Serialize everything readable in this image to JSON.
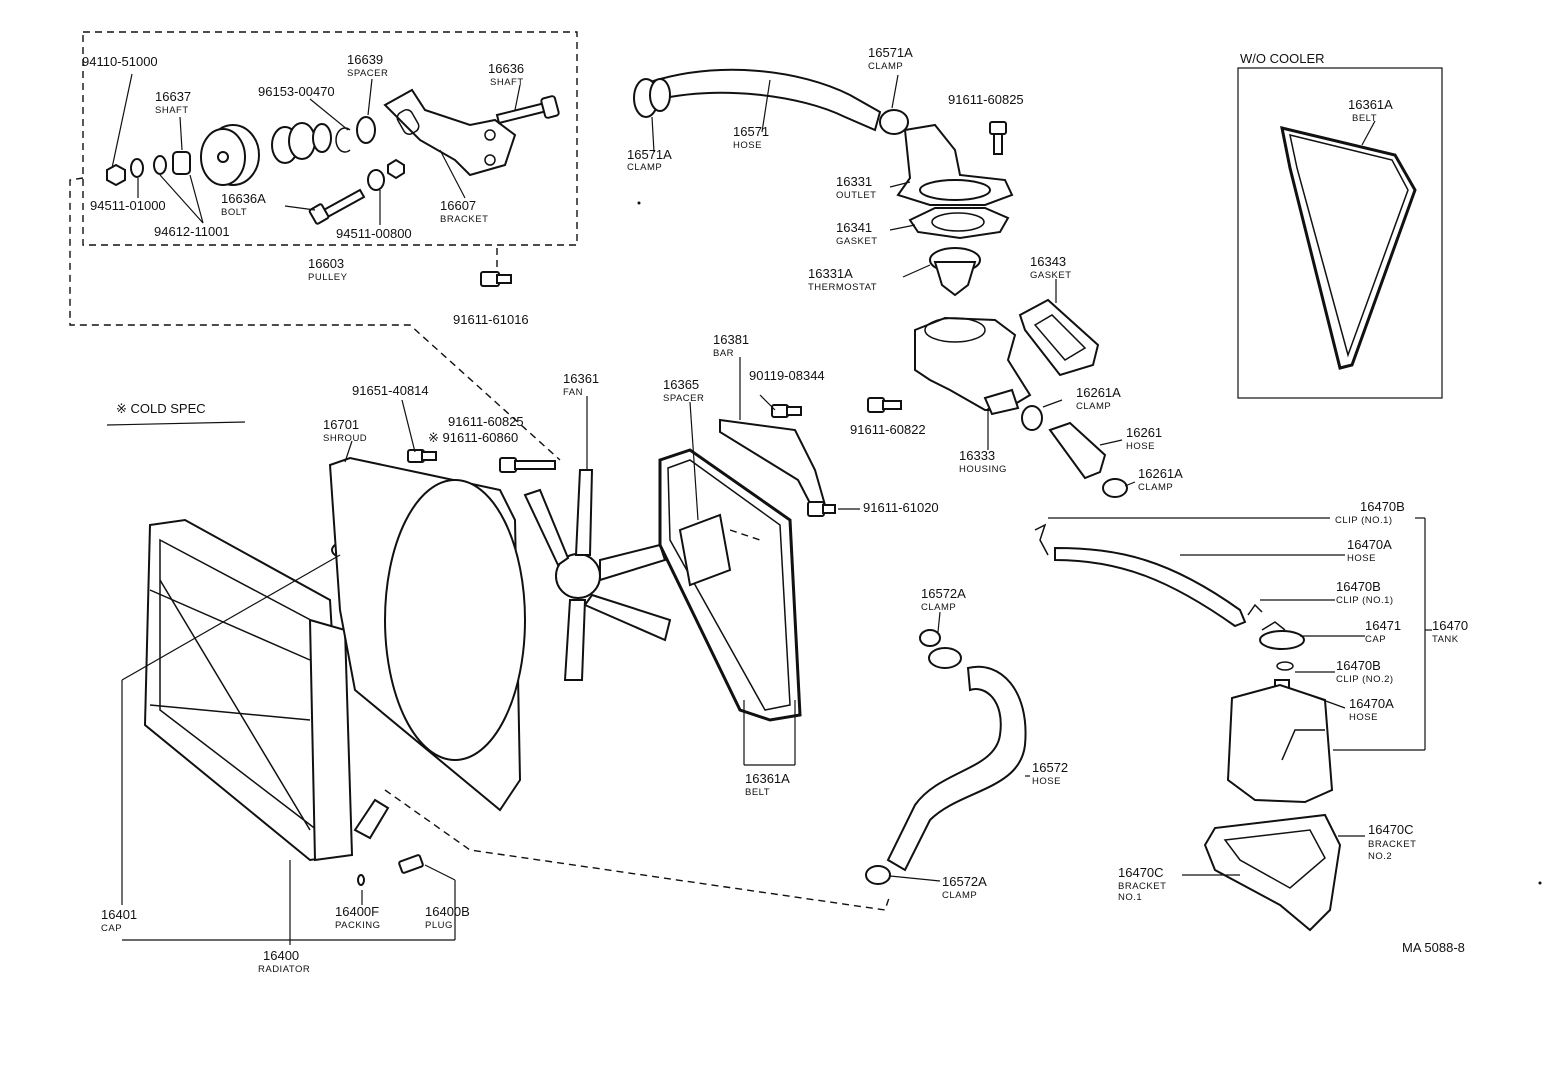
{
  "labels": {
    "p94110_51000": "94110-51000",
    "p16637": "16637",
    "p16637_name": "SHAFT",
    "p16639": "16639",
    "p16639_name": "SPACER",
    "p96153_00470": "96153-00470",
    "p16636": "16636",
    "p16636_name": "SHAFT",
    "p94511_01000": "94511-01000",
    "p16636A": "16636A",
    "p16636A_name": "BOLT",
    "p16607": "16607",
    "p16607_name": "BRACKET",
    "p94612_11001": "94612-11001",
    "p94511_00800": "94511-00800",
    "p16603": "16603",
    "p16603_name": "PULLEY",
    "p91611_61016": "91611-61016",
    "p16571A_top": "16571A",
    "p16571A_top_name": "CLAMP",
    "p16571A_left": "16571A",
    "p16571A_left_name": "CLAMP",
    "p16571": "16571",
    "p16571_name": "HOSE",
    "p91611_60825_top": "91611-60825",
    "p16331": "16331",
    "p16331_name": "OUTLET",
    "p16341": "16341",
    "p16341_name": "GASKET",
    "p16331A": "16331A",
    "p16331A_name": "THERMOSTAT",
    "p16343": "16343",
    "p16343_name": "GASKET",
    "p16261A_top": "16261A",
    "p16261A_top_name": "CLAMP",
    "p91611_60822": "91611-60822",
    "p16261": "16261",
    "p16261_name": "HOSE",
    "p16333": "16333",
    "p16333_name": "HOUSING",
    "p16261A_bot": "16261A",
    "p16261A_bot_name": "CLAMP",
    "wo_cooler": "W/O COOLER",
    "p16361A_box": "16361A",
    "p16361A_box_name": "BELT",
    "p91651_40814": "91651-40814",
    "cold_spec": "※ COLD SPEC",
    "p16701": "16701",
    "p16701_name": "SHROUD",
    "p91611_60825_mid": "91611-60825",
    "p91611_60860": "※ 91611-60860",
    "p16361": "16361",
    "p16361_name": "FAN",
    "p16365": "16365",
    "p16365_name": "SPACER",
    "p16381": "16381",
    "p16381_name": "BAR",
    "p90119_08344": "90119-08344",
    "p91611_61020": "91611-61020",
    "p16361A_belt": "16361A",
    "p16361A_belt_name": "BELT",
    "p16572A_top": "16572A",
    "p16572A_top_name": "CLAMP",
    "p16572": "16572",
    "p16572_name": "HOSE",
    "p16572A_bot": "16572A",
    "p16572A_bot_name": "CLAMP",
    "p16470B_1": "16470B",
    "p16470B_1_name": "CLIP (NO.1)",
    "p16470A_1": "16470A",
    "p16470A_1_name": "HOSE",
    "p16470B_2": "16470B",
    "p16470B_2_name": "CLIP (NO.1)",
    "p16471": "16471",
    "p16471_name": "CAP",
    "p16470": "16470",
    "p16470_name": "TANK",
    "p16470B_3": "16470B",
    "p16470B_3_name": "CLIP (NO.2)",
    "p16470A_2": "16470A",
    "p16470A_2_name": "HOSE",
    "p16470C_r": "16470C",
    "p16470C_r_name1": "BRACKET",
    "p16470C_r_name2": "NO.2",
    "p16470C_l": "16470C",
    "p16470C_l_name1": "BRACKET",
    "p16470C_l_name2": "NO.1",
    "p16401": "16401",
    "p16401_name": "CAP",
    "p16400F": "16400F",
    "p16400F_name": "PACKING",
    "p16400B": "16400B",
    "p16400B_name": "PLUG",
    "p16400": "16400",
    "p16400_name": "RADIATOR",
    "ref_code": "MA 5088-8"
  }
}
